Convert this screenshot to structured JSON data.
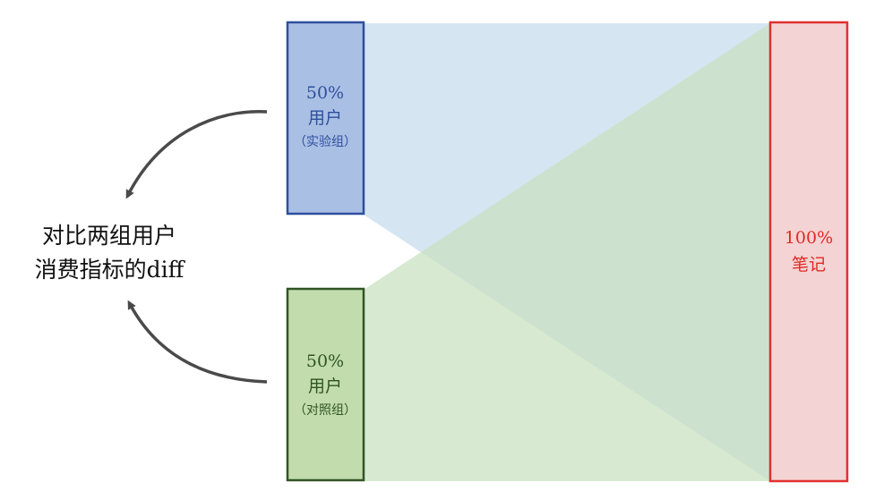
{
  "experiment_group": {
    "percent": "50%",
    "label": "用户",
    "sub_label": "（实验组）"
  },
  "control_group": {
    "percent": "50%",
    "label": "用户",
    "sub_label": "（对照组）"
  },
  "notes": {
    "percent": "100%",
    "label": "笔记"
  },
  "caption": {
    "line1": "对比两组用户",
    "line2": "消费指标的diff"
  },
  "colors": {
    "experiment_fill": "#a9bfe4",
    "experiment_border": "#2e4f9e",
    "experiment_flow": "#d3e3f1",
    "control_fill": "#c2dcae",
    "control_border": "#2f5524",
    "control_flow": "#c9e1bf",
    "notes_fill": "#f4d3d4",
    "notes_border": "#e0312e",
    "notes_text": "#e02a24",
    "arrow": "#4a4a4a"
  }
}
